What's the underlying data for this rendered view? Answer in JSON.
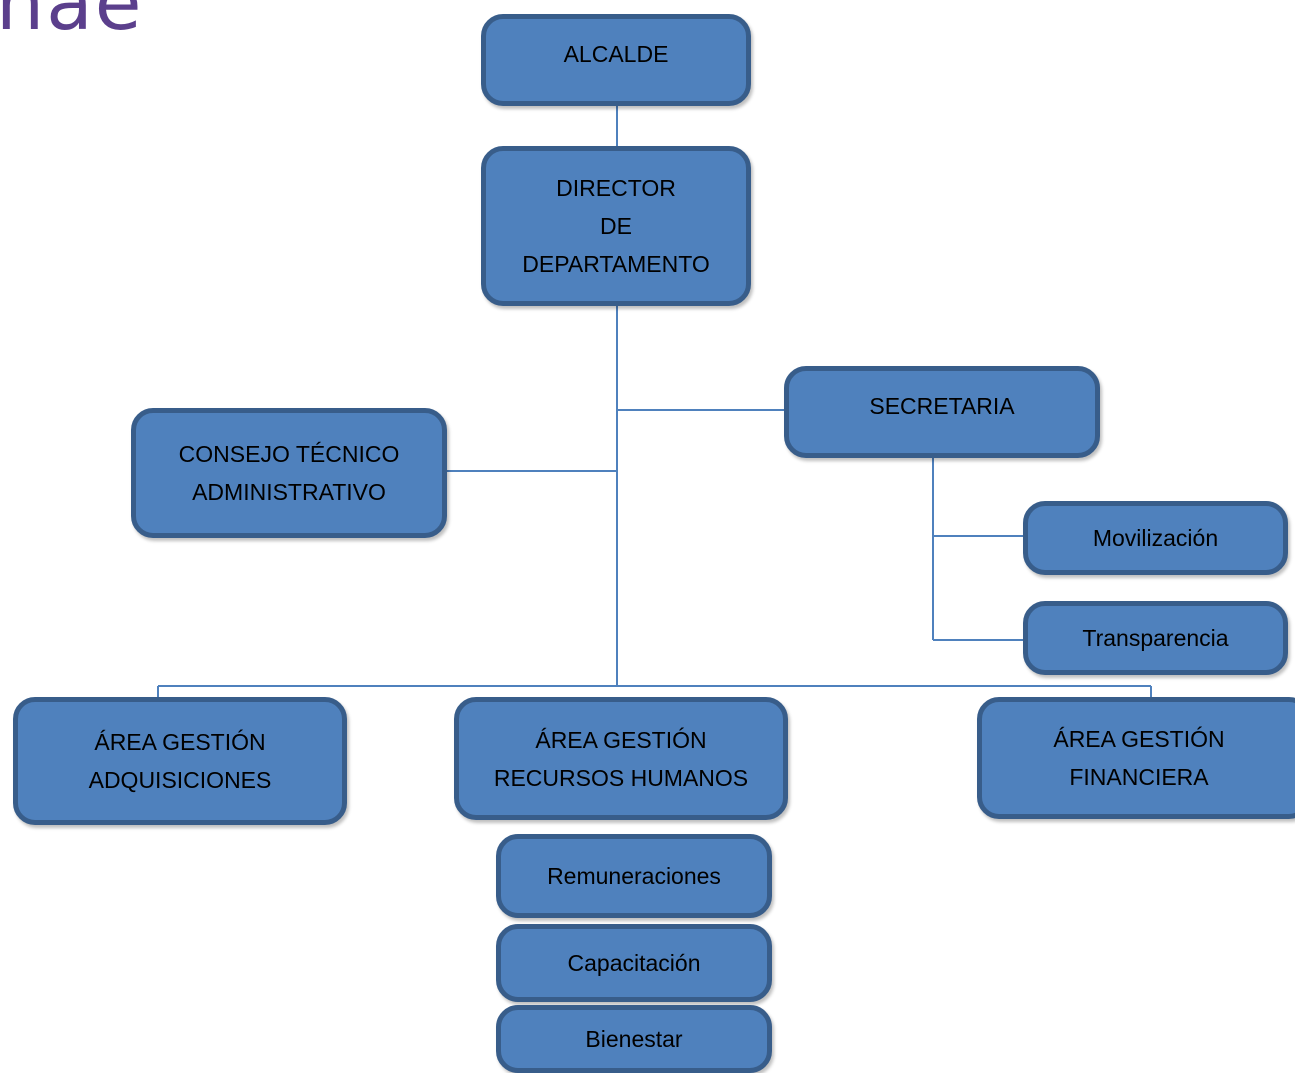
{
  "logo_text": "nae",
  "colors": {
    "box_fill": "#4f81bd",
    "box_border": "#385d8a",
    "connector": "#4f81bd",
    "logo": "#5b3f8c"
  },
  "nodes": {
    "alcalde": [
      "ALCALDE"
    ],
    "director": [
      "DIRECTOR",
      "DE",
      "DEPARTAMENTO"
    ],
    "secretaria": [
      "SECRETARIA"
    ],
    "consejo": [
      "CONSEJO TÉCNICO",
      "ADMINISTRATIVO"
    ],
    "movilizacion": [
      "Movilización"
    ],
    "transparencia": [
      "Transparencia"
    ],
    "adquisiciones": [
      "ÁREA GESTIÓN",
      "ADQUISICIONES"
    ],
    "rrhh": [
      "ÁREA GESTIÓN",
      "RECURSOS HUMANOS"
    ],
    "financiera": [
      "ÁREA GESTIÓN",
      "FINANCIERA"
    ],
    "remuneraciones": [
      "Remuneraciones"
    ],
    "capacitacion": [
      "Capacitación"
    ],
    "bienestar": [
      "Bienestar"
    ]
  }
}
